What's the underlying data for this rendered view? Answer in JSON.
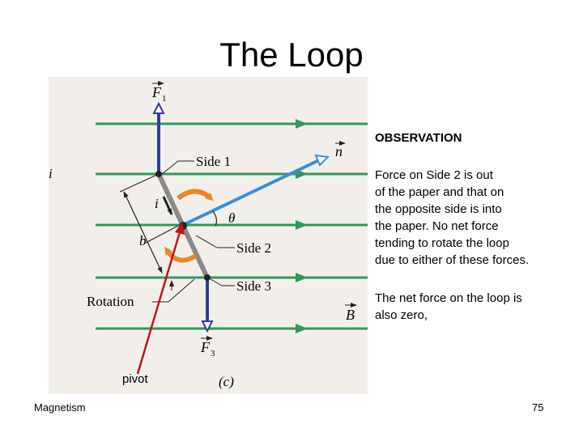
{
  "slide": {
    "title": "The Loop",
    "observation_heading": "OBSERVATION",
    "observation_text": "Force on Side 2 is out\nof the paper and that on\nthe opposite side is into\nthe paper. No net force\ntending to rotate the loop\ndue to either of these forces.",
    "net_force_text": "The net force on the loop is\nalso zero,",
    "pivot_label": "pivot",
    "footer_left": "Magnetism",
    "page_number": "75"
  },
  "diagram": {
    "labels": {
      "F1": "F",
      "F1_sub": "1",
      "F3": "F",
      "F3_sub": "3",
      "n": "n",
      "B": "B",
      "side1": "Side 1",
      "side2": "Side 2",
      "side3": "Side 3",
      "rotation": "Rotation",
      "theta": "θ",
      "i": "i",
      "b": "b",
      "panel": "(c)",
      "edge_letter": "i"
    },
    "colors": {
      "field_lines": "#2f9a5a",
      "force_arrows": "#2e3f9a",
      "normal_vector": "#3a8fd6",
      "rotation_arrows": "#e8872a",
      "pivot_arrow": "#c0141c",
      "loop_side": "#808080",
      "background": "#f2efeb"
    },
    "icons": [
      "curved-rotation-arrow",
      "pivot-pointer-arrow"
    ]
  }
}
